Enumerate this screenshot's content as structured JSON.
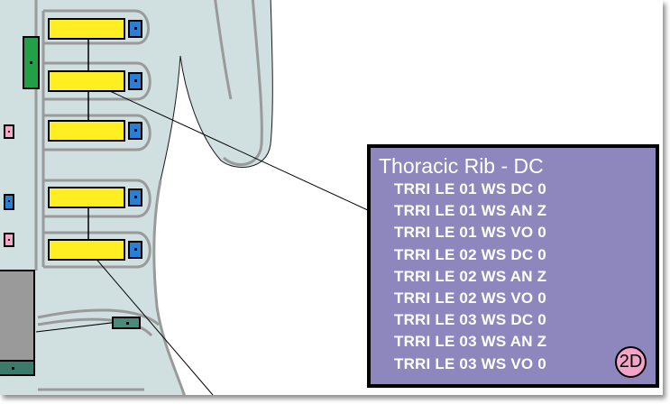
{
  "info_panel": {
    "title": "Thoracic Rib - DC",
    "channels": [
      "TRRI LE 01 WS DC 0",
      "TRRI LE 01 WS AN Z",
      "TRRI LE 01 WS VO 0",
      "TRRI LE 02 WS DC 0",
      "TRRI LE 02 WS AN Z",
      "TRRI LE 02 WS VO 0",
      "TRRI LE 03 WS DC 0",
      "TRRI LE 03 WS AN Z",
      "TRRI LE 03 WS VO 0"
    ],
    "mode_badge": "2D"
  },
  "colors": {
    "panel_background": "#8d87bd",
    "panel_text": "#ffffff",
    "mode_badge": "#f4a3c9",
    "sensor": "#ffee22",
    "connector": "#2a7fd4",
    "tag_green": "#22a046",
    "tag_teal": "#4a8a78",
    "body_fill": "#d0dfe0",
    "outline": "#9a9a9a"
  }
}
